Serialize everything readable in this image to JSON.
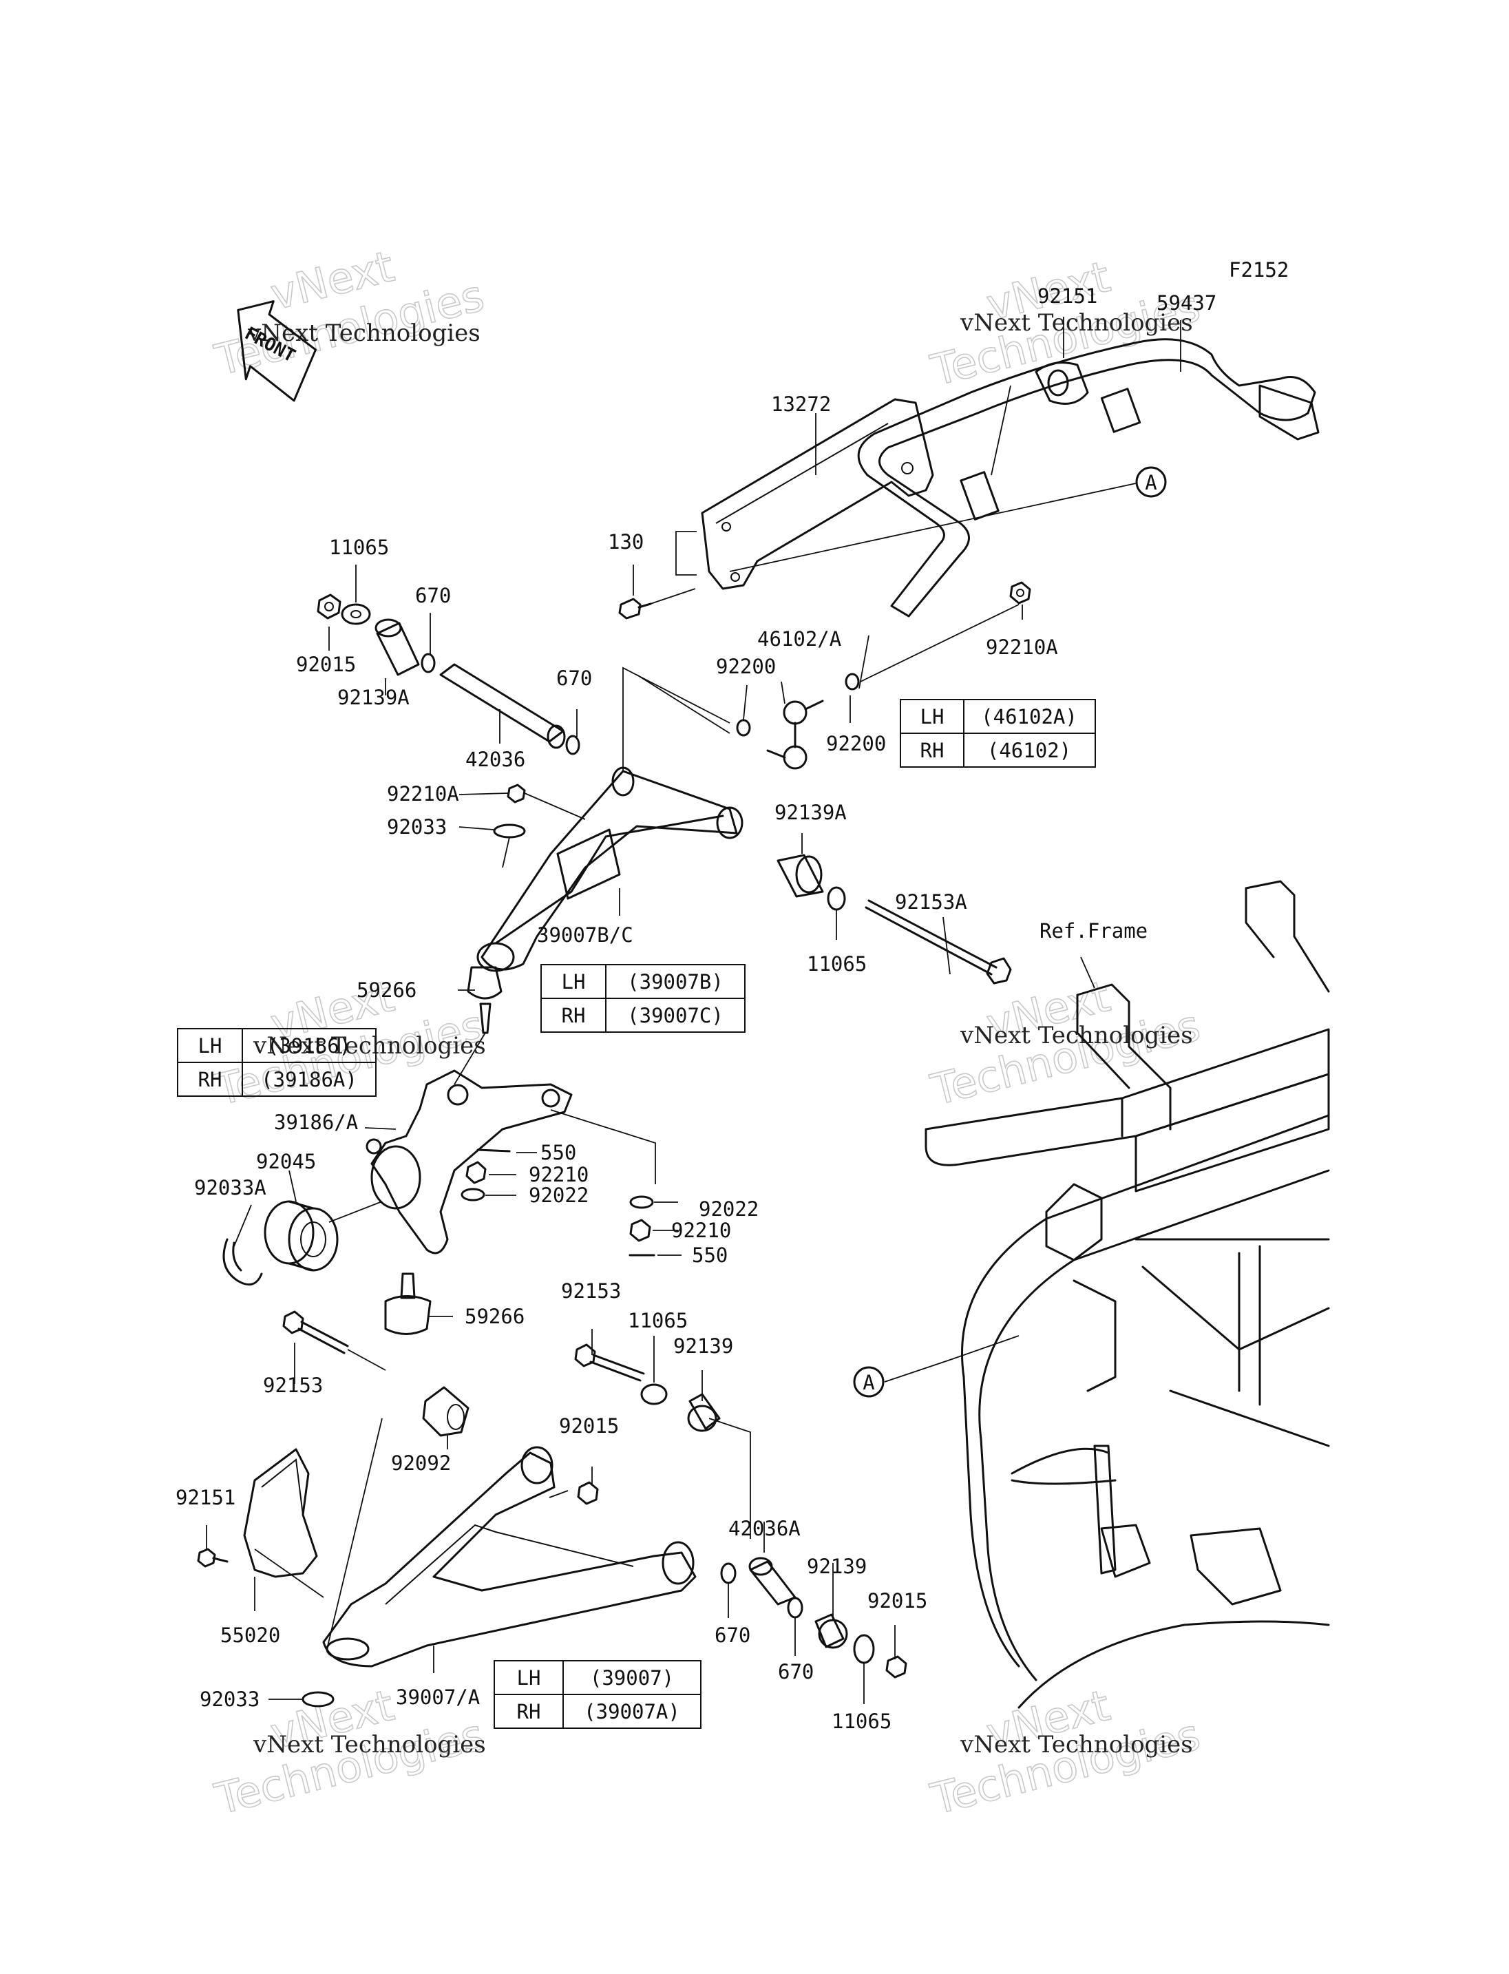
{
  "figure_code": "F2152",
  "front_arrow": {
    "label": "FRONT"
  },
  "watermark": {
    "line1": "vNext",
    "line2": "Technologies",
    "caption": "vNext Technologies"
  },
  "ref_frame": "Ref.Frame",
  "callouts": {
    "a_upper": "A",
    "a_lower": "A"
  },
  "parts": {
    "p92151_top": "92151",
    "p59437": "59437",
    "p13272": "13272",
    "p130": "130",
    "p11065_a": "11065",
    "p670_a": "670",
    "p92015_a": "92015",
    "p92139A_a": "92139A",
    "p670_b": "670",
    "p42036": "42036",
    "p92200_a": "92200",
    "p46102A": "46102/A",
    "p92200_b": "92200",
    "p92210A_a": "92210A",
    "p92210A_b": "92210A",
    "p92033_a": "92033",
    "p92139A_b": "92139A",
    "p92153A": "92153A",
    "p39007BC": "39007B/C",
    "p11065_b": "11065",
    "p59266_a": "59266",
    "p39186A": "39186/A",
    "p550_a": "550",
    "p92210_a": "92210",
    "p92022_a": "92022",
    "p92045": "92045",
    "p92033A": "92033A",
    "p92022_b": "92022",
    "p92210_b": "92210",
    "p550_b": "550",
    "p92153_a": "92153",
    "p11065_c": "11065",
    "p92139_a": "92139",
    "p59266_b": "59266",
    "p92153_b": "92153",
    "p92015_b": "92015",
    "p92092": "92092",
    "p92151_b": "92151",
    "p42036A": "42036A",
    "p92139_b": "92139",
    "p92015_c": "92015",
    "p55020": "55020",
    "p670_c": "670",
    "p670_d": "670",
    "p92033_b": "92033",
    "p39007A": "39007/A",
    "p11065_d": "11065"
  },
  "tables": {
    "t46102": {
      "rows": [
        {
          "side": "LH",
          "part": "(46102A)"
        },
        {
          "side": "RH",
          "part": "(46102)"
        }
      ]
    },
    "t39007BC": {
      "rows": [
        {
          "side": "LH",
          "part": "(39007B)"
        },
        {
          "side": "RH",
          "part": "(39007C)"
        }
      ]
    },
    "t39186": {
      "rows": [
        {
          "side": "LH",
          "part": "(39186)"
        },
        {
          "side": "RH",
          "part": "(39186A)"
        }
      ]
    },
    "t39007": {
      "rows": [
        {
          "side": "LH",
          "part": "(39007)"
        },
        {
          "side": "RH",
          "part": "(39007A)"
        }
      ]
    }
  }
}
